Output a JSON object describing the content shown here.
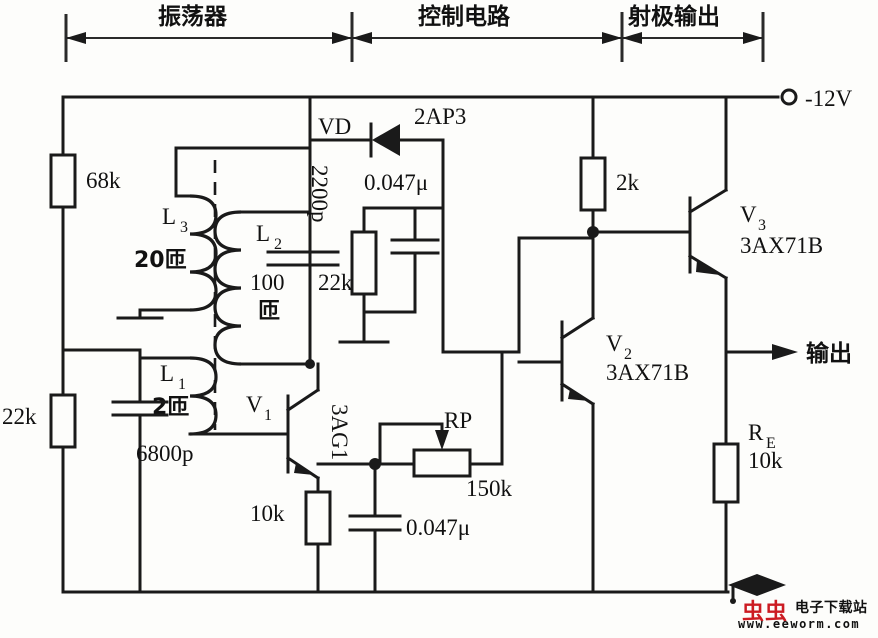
{
  "diagram": {
    "title": "transistor oscillator control circuit schematic",
    "supply_label": "-12V",
    "output_label": "输出",
    "sections": [
      {
        "id": "oscillator",
        "label": "振荡器"
      },
      {
        "id": "control-circuit",
        "label": "控制电路"
      },
      {
        "id": "emitter-output",
        "label": "射极输出"
      }
    ],
    "components": {
      "r_68k": "68k",
      "r_22k_left": "22k",
      "r_22k_control": "22k",
      "r_2k": "2k",
      "r_10k_emitter": "10k",
      "r_e_name": "R",
      "r_e_sub": "E",
      "r_e_value": "10k",
      "rp_name": "RP",
      "rp_value": "150k",
      "c_2200p": "2200p",
      "c_6800p": "6800p",
      "c_047u_top": "0.047μ",
      "c_047u_bottom": "0.047μ",
      "diode_ref": "VD",
      "diode_type": "2AP3",
      "v1_name": "V",
      "v1_sub": "1",
      "v1_type": "3AG1",
      "v2_name": "V",
      "v2_sub": "2",
      "v2_type": "3AX71B",
      "v3_name": "V",
      "v3_sub": "3",
      "v3_type": "3AX71B",
      "l1_name": "L",
      "l1_sub": "1",
      "l1_turns": "2匝",
      "l2_name": "L",
      "l2_sub": "2",
      "l2_turns_a": "100",
      "l2_turns_b": "匝",
      "l3_name": "L",
      "l3_sub": "3",
      "l3_turns": "20匝"
    }
  },
  "watermark": {
    "brand": "虫虫",
    "site_name": "电子下载站",
    "url": "www.eeworm.com",
    "brand_color": "#cc1b22"
  }
}
